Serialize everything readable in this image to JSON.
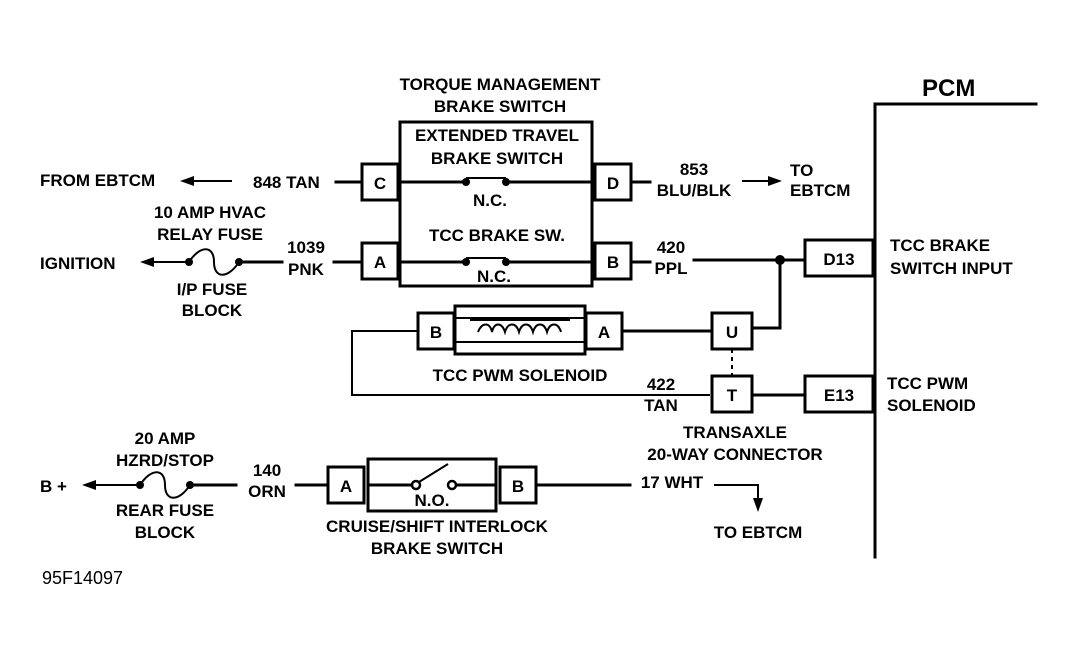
{
  "pcm": {
    "title": "PCM",
    "tcc_brake_input": [
      "TCC BRAKE",
      "SWITCH INPUT"
    ],
    "tcc_pwm_solenoid": [
      "TCC PWM",
      "SOLENOID"
    ],
    "pins": {
      "d13": "D13",
      "e13": "E13"
    }
  },
  "torque_switch": {
    "title": [
      "TORQUE MANAGEMENT",
      "BRAKE SWITCH"
    ],
    "ext_travel": [
      "EXTENDED TRAVEL",
      "BRAKE SWITCH"
    ],
    "ext_contact": "N.C.",
    "tcc_sw": "TCC BRAKE SW.",
    "tcc_contact": "N.C.",
    "pins": {
      "c": "C",
      "d": "D",
      "a": "A",
      "b": "B"
    }
  },
  "wires": {
    "tan848": "848 TAN",
    "from_ebtcm": "FROM EBTCM",
    "blublk853": [
      "853",
      "BLU/BLK"
    ],
    "to_ebtcm_top": [
      "TO",
      "EBTCM"
    ],
    "pnk1039": [
      "1039",
      "PNK"
    ],
    "ppl420": [
      "420",
      "PPL"
    ],
    "tan422": [
      "422",
      "TAN"
    ],
    "orn140": [
      "140",
      "ORN"
    ],
    "wht17": "17 WHT",
    "to_ebtcm_bottom": "TO EBTCM"
  },
  "ignition_fuse": {
    "source": "IGNITION",
    "rating": [
      "10 AMP HVAC",
      "RELAY FUSE"
    ],
    "block": [
      "I/P FUSE",
      "BLOCK"
    ]
  },
  "pwm_solenoid": {
    "label": "TCC PWM SOLENOID",
    "pins": {
      "b": "B",
      "a": "A"
    }
  },
  "transaxle": {
    "label": [
      "TRANSAXLE",
      "20-WAY CONNECTOR"
    ],
    "pins": {
      "u": "U",
      "t": "T"
    }
  },
  "rear_fuse": {
    "source": "B +",
    "rating": [
      "20 AMP",
      "HZRD/STOP"
    ],
    "block": [
      "REAR FUSE",
      "BLOCK"
    ]
  },
  "cruise_switch": {
    "label": [
      "CRUISE/SHIFT INTERLOCK",
      "BRAKE SWITCH"
    ],
    "contact": "N.O.",
    "pins": {
      "a": "A",
      "b": "B"
    }
  },
  "figure_code": "95F14097"
}
